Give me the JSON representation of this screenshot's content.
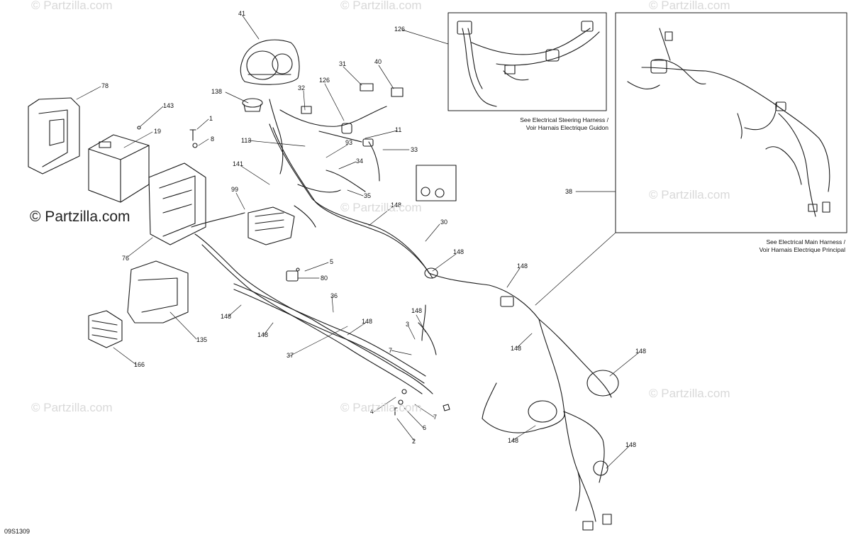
{
  "diagram_code": "09S1309",
  "watermark_text": "© Partzilla.com",
  "watermark_strong_text": "© Partzilla.com",
  "notes": {
    "steering": [
      "See Electrical Steering Harness /",
      "Voir Harnais Electrique Guidon"
    ],
    "main": [
      "See Electrical Main Harness /",
      "Voir Harnais Electrique Principal"
    ]
  },
  "callouts": [
    "41",
    "78",
    "143",
    "19",
    "1",
    "8",
    "138",
    "32",
    "126",
    "31",
    "40",
    "11",
    "113",
    "93",
    "33",
    "141",
    "34",
    "35",
    "99",
    "148",
    "30",
    "76",
    "148",
    "5",
    "80",
    "148",
    "135",
    "148",
    "36",
    "166",
    "148",
    "37",
    "148",
    "3",
    "148",
    "7",
    "148",
    "4",
    "7",
    "6",
    "2",
    "148",
    "148",
    "126",
    "38",
    "148"
  ],
  "colors": {
    "line": "#1a1a1a",
    "watermark": "#d9d9d9"
  }
}
